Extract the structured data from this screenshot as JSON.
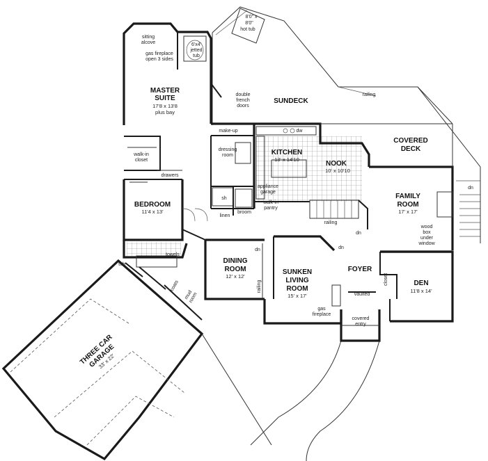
{
  "rooms": {
    "master": {
      "name": [
        "MASTER",
        "SUITE"
      ],
      "dims": [
        "17'8 x 13'8",
        "plus bay"
      ]
    },
    "sundeck": {
      "name": "SUNDECK"
    },
    "covered_deck": {
      "name": [
        "COVERED",
        "DECK"
      ]
    },
    "kitchen": {
      "name": "KITCHEN",
      "dims": "13' x 14'10"
    },
    "nook": {
      "name": "NOOK",
      "dims": "10' x 10'10"
    },
    "family": {
      "name": [
        "FAMILY",
        "ROOM"
      ],
      "dims": "17' x 17'"
    },
    "bedroom": {
      "name": "BEDROOM",
      "dims": "11'4 x 13'"
    },
    "dining": {
      "name": [
        "DINING",
        "ROOM"
      ],
      "dims": "12' x 12'"
    },
    "living": {
      "name": [
        "SUNKEN",
        "LIVING",
        "ROOM"
      ],
      "dims": "15' x 17'"
    },
    "foyer": {
      "name": "FOYER"
    },
    "den": {
      "name": "DEN",
      "dims": "11'8 x 14'"
    },
    "garage": {
      "name": [
        "THREE CAR",
        "GARAGE"
      ],
      "dims": "33' x 22'"
    }
  },
  "labels": {
    "hot_tub": [
      "8'0\" x",
      "8'0\"",
      "hot tub"
    ],
    "sitting_alcove": [
      "sitting",
      "alcove"
    ],
    "gas_fireplace_master": [
      "gas fireplace",
      "open 3 sides"
    ],
    "jetted_tub": [
      "6'x4'",
      "jetted",
      "tub"
    ],
    "double_french_doors": [
      "double",
      "french",
      "doors"
    ],
    "railing_deck": "railing",
    "make_up": "make-up",
    "dw": "dw",
    "dressing_room": [
      "dressing",
      "room"
    ],
    "walk_in_closet": [
      "walk-in",
      "closet"
    ],
    "drawers": "drawers",
    "sh": "sh",
    "linen": "linen",
    "broom": "broom",
    "appliance_garage": [
      "appliance",
      "garage"
    ],
    "walk_in_pantry": [
      "walk-in",
      "pantry"
    ],
    "railing_stair": "railing",
    "dn_kitchen": "dn",
    "dn_family": "dn",
    "wood_box": [
      "wood",
      "box",
      "under",
      "window"
    ],
    "towels": "towels",
    "tub": "tub",
    "coats": "coats",
    "mud_room": [
      "mud",
      "room"
    ],
    "dn_dining": "dn",
    "dn_living": "dn",
    "railing_living": "railing",
    "gas_fireplace_living": [
      "gas",
      "fireplace"
    ],
    "vaulted": "vaulted",
    "closet_den": [
      "closet"
    ],
    "covered_entry": [
      "covered",
      "entry"
    ]
  }
}
